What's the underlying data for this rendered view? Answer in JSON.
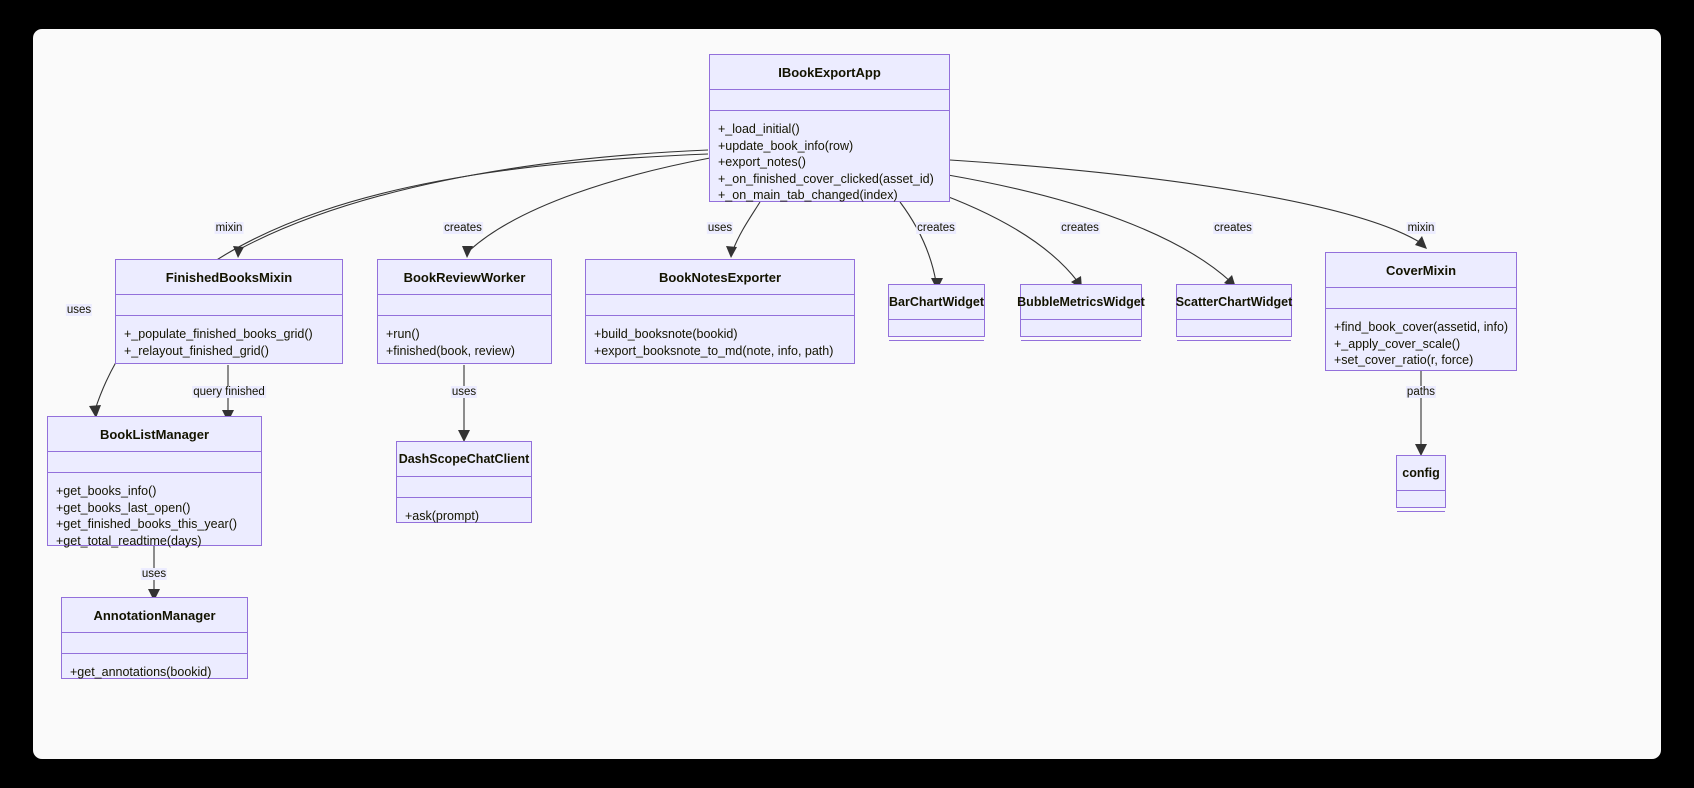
{
  "diagram": {
    "type": "uml-class-diagram",
    "background": "#fafafa",
    "node_fill": "#ececff",
    "node_border": "#9370db",
    "edge_color": "#333333",
    "classes": [
      {
        "id": "IBookExportApp",
        "name": "IBookExportApp",
        "attributes": [],
        "methods": [
          "+_load_initial()",
          "+update_book_info(row)",
          "+export_notes()",
          "+_on_finished_cover_clicked(asset_id)",
          "+_on_main_tab_changed(index)"
        ]
      },
      {
        "id": "FinishedBooksMixin",
        "name": "FinishedBooksMixin",
        "attributes": [],
        "methods": [
          "+_populate_finished_books_grid()",
          "+_relayout_finished_grid()"
        ]
      },
      {
        "id": "BookReviewWorker",
        "name": "BookReviewWorker",
        "attributes": [],
        "methods": [
          "+run()",
          "+finished(book, review)"
        ]
      },
      {
        "id": "BookNotesExporter",
        "name": "BookNotesExporter",
        "attributes": [],
        "methods": [
          "+build_booksnote(bookid)",
          "+export_booksnote_to_md(note, info, path)"
        ]
      },
      {
        "id": "BarChartWidget",
        "name": "BarChartWidget",
        "attributes": [],
        "methods": []
      },
      {
        "id": "BubbleMetricsWidget",
        "name": "BubbleMetricsWidget",
        "attributes": [],
        "methods": []
      },
      {
        "id": "ScatterChartWidget",
        "name": "ScatterChartWidget",
        "attributes": [],
        "methods": []
      },
      {
        "id": "CoverMixin",
        "name": "CoverMixin",
        "attributes": [],
        "methods": [
          "+find_book_cover(assetid, info)",
          "+_apply_cover_scale()",
          "+set_cover_ratio(r, force)"
        ]
      },
      {
        "id": "BookListManager",
        "name": "BookListManager",
        "attributes": [],
        "methods": [
          "+get_books_info()",
          "+get_books_last_open()",
          "+get_finished_books_this_year()",
          "+get_total_readtime(days)"
        ]
      },
      {
        "id": "DashScopeChatClient",
        "name": "DashScopeChatClient",
        "attributes": [],
        "methods": [
          "+ask(prompt)"
        ]
      },
      {
        "id": "config",
        "name": "config",
        "attributes": [],
        "methods": []
      },
      {
        "id": "AnnotationManager",
        "name": "AnnotationManager",
        "attributes": [],
        "methods": [
          "+get_annotations(bookid)"
        ]
      }
    ],
    "edges": [
      {
        "from": "IBookExportApp",
        "to": "FinishedBooksMixin",
        "label": "mixin"
      },
      {
        "from": "IBookExportApp",
        "to": "BookListManager",
        "label": "uses"
      },
      {
        "from": "IBookExportApp",
        "to": "BookReviewWorker",
        "label": "creates"
      },
      {
        "from": "IBookExportApp",
        "to": "BookNotesExporter",
        "label": "uses"
      },
      {
        "from": "IBookExportApp",
        "to": "BarChartWidget",
        "label": "creates"
      },
      {
        "from": "IBookExportApp",
        "to": "BubbleMetricsWidget",
        "label": "creates"
      },
      {
        "from": "IBookExportApp",
        "to": "ScatterChartWidget",
        "label": "creates"
      },
      {
        "from": "IBookExportApp",
        "to": "CoverMixin",
        "label": "mixin"
      },
      {
        "from": "FinishedBooksMixin",
        "to": "BookListManager",
        "label": "query finished"
      },
      {
        "from": "BookReviewWorker",
        "to": "DashScopeChatClient",
        "label": "uses"
      },
      {
        "from": "CoverMixin",
        "to": "config",
        "label": "paths"
      },
      {
        "from": "BookListManager",
        "to": "AnnotationManager",
        "label": "uses"
      }
    ]
  }
}
